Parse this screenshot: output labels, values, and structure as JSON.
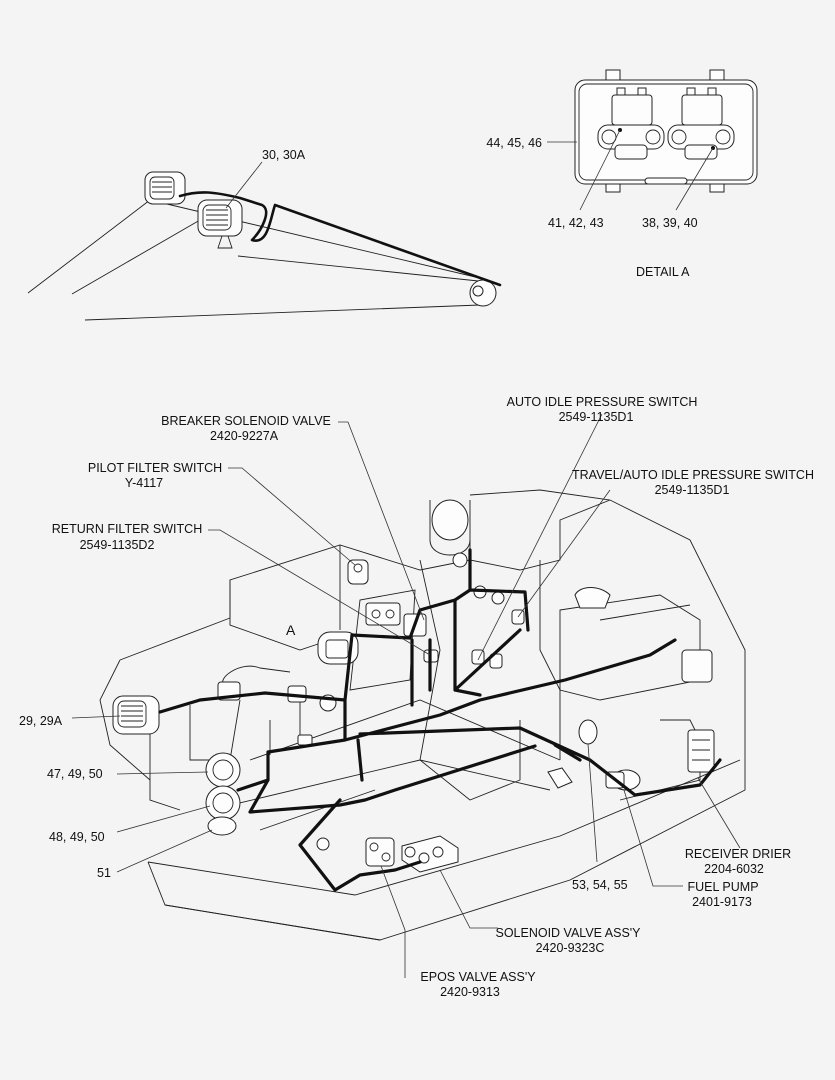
{
  "callouts": {
    "c30": "30, 30A",
    "c44": "44, 45, 46",
    "c41": "41, 42, 43",
    "c38": "38, 39, 40",
    "detail": "DETAIL  A",
    "breaker_name": "BREAKER SOLENOID VALVE",
    "breaker_pn": "2420-9227A",
    "pilot_name": "PILOT FILTER SWITCH",
    "pilot_pn": "Y-4117",
    "return_name": "RETURN FILTER SWITCH",
    "return_pn": "2549-1135D2",
    "autoidle_name": "AUTO IDLE PRESSURE SWITCH",
    "autoidle_pn": "2549-1135D1",
    "travel_name": "TRAVEL/AUTO IDLE PRESSURE SWITCH",
    "travel_pn": "2549-1135D1",
    "a_mark": "A",
    "c29": "29, 29A",
    "c47": "47, 49, 50",
    "c48": "48, 49, 50",
    "c51": "51",
    "c53": "53, 54, 55",
    "receiver_name": "RECEIVER DRIER",
    "receiver_pn": "2204-6032",
    "fuel_name": "FUEL PUMP",
    "fuel_pn": "2401-9173",
    "solenoid_name": "SOLENOID VALVE ASS'Y",
    "solenoid_pn": "2420-9323C",
    "epos_name": "EPOS VALVE ASS'Y",
    "epos_pn": "2420-9313"
  }
}
